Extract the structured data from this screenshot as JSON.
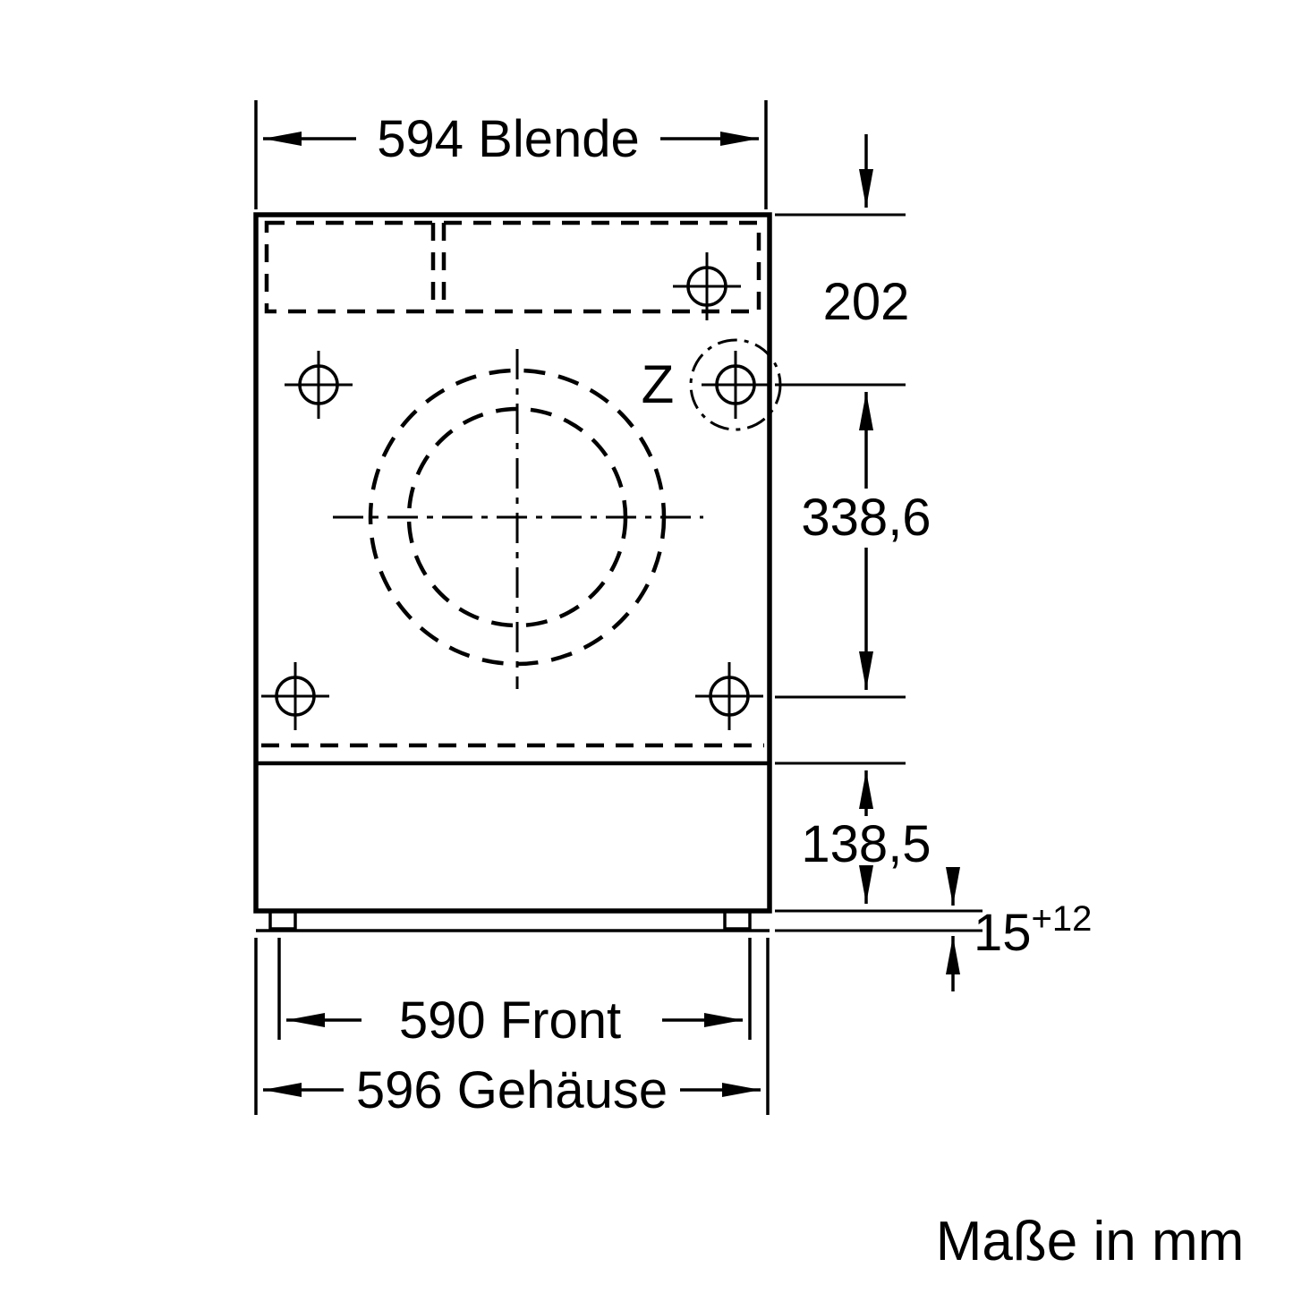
{
  "drawing": {
    "detail_marker": "Z",
    "units_note": "Maße in mm",
    "dimensions": {
      "blende_width": "594 Blende",
      "top_offset": "202",
      "door_center_offset": "338,6",
      "plinth_height": "138,5",
      "base_gap": "15",
      "base_gap_tolerance": "+12",
      "front_width": "590 Front",
      "housing_width": "596 Gehäuse"
    },
    "colors": {
      "line": "#000000",
      "background": "#ffffff"
    }
  }
}
